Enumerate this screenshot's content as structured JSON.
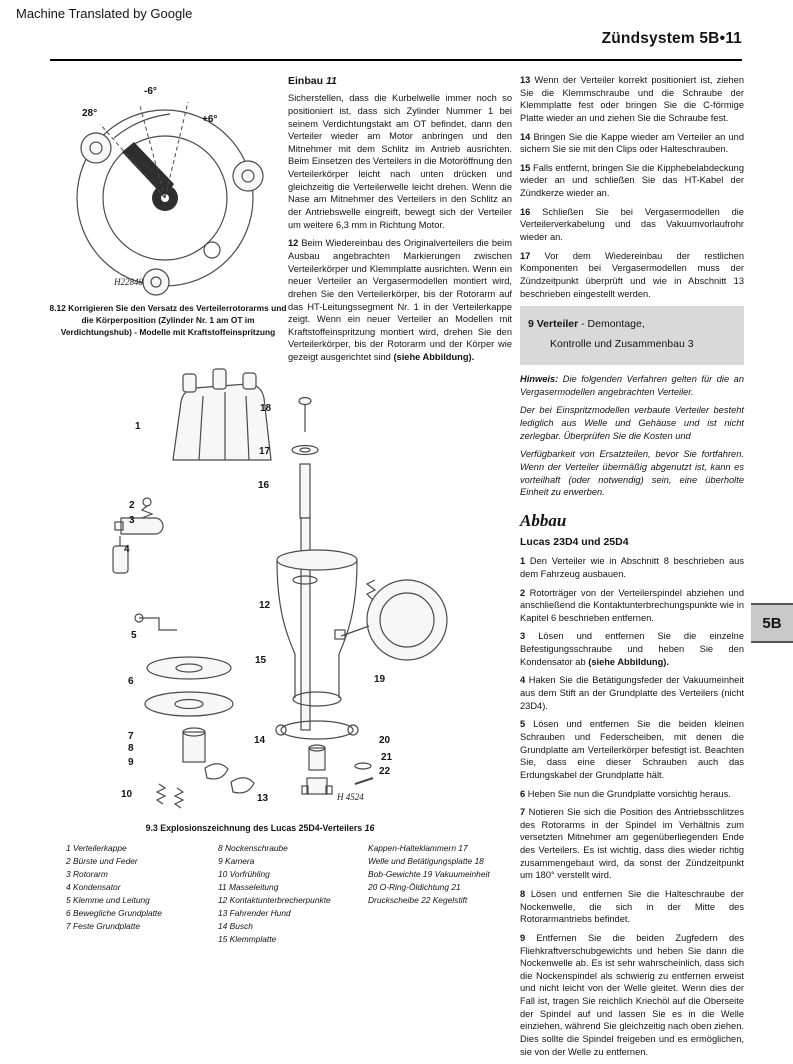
{
  "page": {
    "translated_note": "Machine Translated by Google",
    "header_title": "Zündsystem 5B•11",
    "side_tab": "5B"
  },
  "fig812": {
    "angle_28": "28°",
    "angle_minus6": "-6°",
    "angle_plus6": "+6°",
    "code": "H22848",
    "caption": "8.12 Korrigieren Sie den Versatz des Verteilerrotorarms und die Körperposition (Zylinder Nr. 1 am OT im Verdichtungshub) - Modelle mit Kraftstoffeinspritzung"
  },
  "mid": {
    "heading_word": "Einbau",
    "heading_num": "11",
    "para1": "Sicherstellen, dass die Kurbelwelle immer noch so positioniert ist, dass sich Zylinder Nummer 1 bei seinem Verdichtungstakt am OT befindet, dann den Verteiler wieder am Motor anbringen und den Mitnehmer mit dem Schlitz im Antrieb ausrichten. Beim Einsetzen des Verteilers in die Motoröffnung den Verteilerkörper leicht nach unten drücken und gleichzeitig die Verteilerwelle leicht drehen. Wenn die Nase am Mitnehmer des Verteilers in den Schlitz an der Antriebswelle eingreift, bewegt sich der Verteiler um weitere 6,3 mm in Richtung Motor.",
    "para2_num": "12",
    "para2": "Beim Wiedereinbau des Originalverteilers die beim Ausbau angebrachten Markierungen zwischen Verteilerkörper und Klemmplatte ausrichten. Wenn ein neuer Verteiler an Vergasermodellen montiert wird, drehen Sie den Verteilerkörper, bis der Rotorarm auf das HT-Leitungssegment Nr. 1 in der Verteilerkappe zeigt. Wenn ein neuer Verteiler an Modellen mit Kraftstoffeinspritzung montiert wird, drehen Sie den Verteilerkörper, bis der Rotorarm und der Körper wie gezeigt ausgerichtet sind ",
    "para2_bold": "(siehe Abbildung)."
  },
  "right": {
    "steps_top": [
      {
        "num": "13",
        "text": "Wenn der Verteiler korrekt positioniert ist, ziehen Sie die Klemmschraube und die Schraube der Klemmplatte fest oder bringen Sie die C-förmige Platte wieder an und ziehen Sie die Schraube fest."
      },
      {
        "num": "14",
        "text": "Bringen Sie die Kappe wieder am Verteiler an und sichern Sie sie mit den Clips oder Halteschrauben."
      },
      {
        "num": "15",
        "text": "Falls entfernt, bringen Sie die Kipphebelabdeckung wieder an und schließen Sie das HT-Kabel der Zündkerze wieder an."
      },
      {
        "num": "16",
        "text": "Schließen Sie bei Vergasermodellen die Verteilerverkabelung und das Vakuumvorlaufrohr wieder an."
      },
      {
        "num": "17",
        "text": "Vor dem Wiedereinbau der restlichen Komponenten bei Vergasermodellen muss der Zündzeitpunkt überprüft und wie in Abschnitt 13 beschrieben eingestellt werden."
      }
    ],
    "section9": {
      "bold": "9 Verteiler",
      "rest": " - Demontage,",
      "line2": "Kontrolle und Zusammenbau 3"
    },
    "note_label": "Hinweis:",
    "note_text": "Die folgenden Verfahren gelten für die an Vergasermodellen angebrachten Verteiler.",
    "note_para2": "Der bei Einspritzmodellen verbaute Verteiler besteht lediglich aus Welle und Gehäuse und ist nicht zerlegbar. Überprüfen Sie die Kosten und",
    "note_para3": "Verfügbarkeit von Ersatzteilen, bevor Sie fortfahren. Wenn der Verteiler übermäßig abgenutzt ist, kann es vorteilhaft (oder notwendig) sein, eine überholte Einheit zu erwerben.",
    "abbau_heading": "Abbau",
    "abbau_sub": "Lucas 23D4 und 25D4",
    "steps": [
      {
        "num": "1",
        "text": "Den Verteiler wie in Abschnitt 8 beschrieben aus dem Fahrzeug ausbauen."
      },
      {
        "num": "2",
        "text": "Rotorträger von der Verteilerspindel abziehen und anschließend die Kontaktunterbrechungspunkte wie in Kapitel 6 beschrieben entfernen."
      },
      {
        "num": "3",
        "text": "Lösen und entfernen Sie die einzelne Befestigungsschraube und heben Sie den Kondensator ab ",
        "bold": "(siehe Abbildung)."
      },
      {
        "num": "4",
        "text": "Haken Sie die Betätigungsfeder der Vakuumeinheit aus dem Stift an der Grundplatte des Verteilers (nicht 23D4)."
      },
      {
        "num": "5",
        "text": "Lösen und entfernen Sie die beiden kleinen Schrauben und Federscheiben, mit denen die Grundplatte am Verteilerkörper befestigt ist. Beachten Sie, dass eine dieser Schrauben auch das Erdungskabel der Grundplatte hält."
      },
      {
        "num": "6",
        "text": "Heben Sie nun die Grundplatte vorsichtig heraus."
      },
      {
        "num": "7",
        "text": "Notieren Sie sich die Position des Antriebsschlitzes des Rotorarms in der Spindel im Verhältnis zum versetzten Mitnehmer am gegenüberliegenden Ende des Verteilers. Es ist wichtig, dass dies wieder richtig zusammengebaut wird, da sonst der Zündzeitpunkt um 180° verstellt wird."
      },
      {
        "num": "8",
        "text": "Lösen und entfernen Sie die Halteschraube der Nockenwelle, die sich in der Mitte des Rotorarmantriebs befindet."
      },
      {
        "num": "9",
        "text": "Entfernen Sie die beiden Zugfedern des Fliehkraftverschubgewichts und heben Sie dann die Nockenwelle ab. Es ist sehr wahrscheinlich, dass sich die Nockenspindel als schwierig zu entfernen erweist und nicht leicht von der Welle gleitet. Wenn dies der Fall ist, tragen Sie reichlich Kriechöl auf die Oberseite der Spindel auf und lassen Sie es in die Welle einziehen, während Sie gleichzeitig nach oben ziehen. Dies sollte die Spindel freigeben und es ermöglichen, sie von der Welle zu entfernen."
      }
    ]
  },
  "fig93": {
    "caption_main": "9.3 Explosionszeichnung des Lucas 25D4-Verteilers",
    "caption_tail": "16",
    "code": "H 4524",
    "callouts": [
      "1",
      "2",
      "3",
      "4",
      "5",
      "6",
      "7",
      "8",
      "9",
      "10",
      "12",
      "13",
      "14",
      "15",
      "16",
      "17",
      "18",
      "19",
      "20",
      "21",
      "22"
    ]
  },
  "parts": {
    "col1": [
      "1 Verteilerkappe",
      "2 Bürste und Feder",
      "3 Rotorarm",
      "4 Kondensator",
      "5 Klemme und Leitung",
      "6 Bewegliche Grundplatte",
      "7 Feste Grundplatte"
    ],
    "col2": [
      "8 Nockenschraube",
      "9 Kamera",
      "10 Vorfrühling",
      "11 Masseleitung",
      "12 Kontaktunterbrecherpunkte",
      "13 Fahrender Hund",
      "14 Busch",
      "15 Klemmplatte"
    ],
    "col3": [
      "Kappen-Halteklammern 17",
      "Welle und Betätigungsplatte 18",
      "Bob-Gewichte 19 Vakuumeinheit",
      "20 O-Ring-Öldichtung 21",
      "Druckscheibe 22 Kegelstift"
    ]
  }
}
